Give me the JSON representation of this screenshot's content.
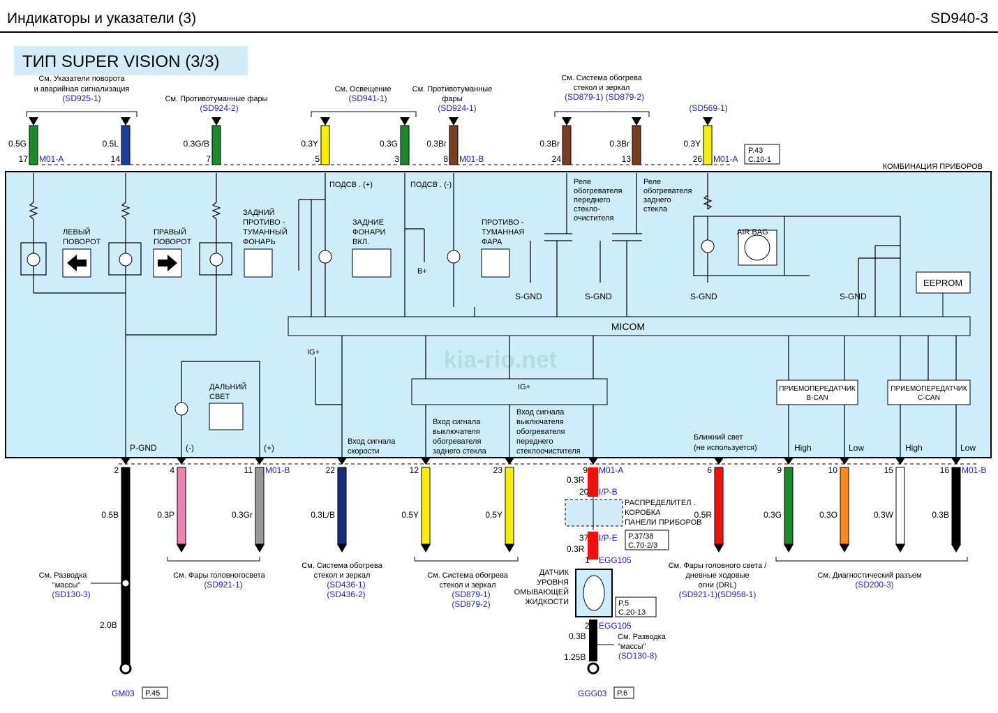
{
  "header": {
    "title": "Индикаторы  и указатели (3)",
    "code": "SD940-3"
  },
  "type_label": "ТИП SUPER VISION (3/3)",
  "watermark": "kia-rio.net",
  "cluster_label": "КОМБИНАЦИЯ   ПРИБОРОВ",
  "micom_label": "MICOM",
  "eeprom_label": "EEPROM",
  "colors": {
    "box_fill": "#cdeef8",
    "ref_blue": "#2020cc",
    "accent_box": "#d2edf8"
  },
  "top_refs": [
    {
      "lines": [
        "См. Указатели  поворота",
        "и аварийная сигнализация"
      ],
      "ref": "(SD925-1)"
    },
    {
      "lines": [
        "См. Противотуманные фары"
      ],
      "ref": "(SD924-2)"
    },
    {
      "lines": [
        "См. Освещение"
      ],
      "ref": "(SD941-1)"
    },
    {
      "lines": [
        "См. Противотуманные",
        "фары"
      ],
      "ref": "(SD924-1)"
    },
    {
      "lines": [
        "См. Система  обогрева",
        "стекол и зеркал"
      ],
      "ref": "(SD879-1) (SD879-2)"
    },
    {
      "lines": [],
      "ref": "(SD569-1)"
    }
  ],
  "top_pins": [
    {
      "pin": "17",
      "wire": "0.5G",
      "color": "#1a8a2a",
      "conn": "M01-A"
    },
    {
      "pin": "14",
      "wire": "0.5L",
      "color": "#1a3fa0",
      "conn": ""
    },
    {
      "pin": "7",
      "wire": "0.3G/B",
      "color": "#1a8a2a",
      "conn": ""
    },
    {
      "pin": "5",
      "wire": "0.3Y",
      "color": "#f5f000",
      "conn": ""
    },
    {
      "pin": "3",
      "wire": "0.3G",
      "color": "#1a8a2a",
      "conn": ""
    },
    {
      "pin": "8",
      "wire": "0.3Br",
      "color": "#7a3e22",
      "conn": "M01-B"
    },
    {
      "pin": "24",
      "wire": "0.3Br",
      "color": "#7a3e22",
      "conn": ""
    },
    {
      "pin": "13",
      "wire": "0.3Br",
      "color": "#7a3e22",
      "conn": ""
    },
    {
      "pin": "26",
      "wire": "0.3Y",
      "color": "#f5f000",
      "conn": "M01-A"
    }
  ],
  "top_note": [
    "P.43",
    "C.10-1"
  ],
  "inner_labels": {
    "left_turn": [
      "ЛЕВЫЙ",
      "ПОВОРОТ"
    ],
    "right_turn": [
      "ПРАВЫЙ",
      "ПОВОРОТ"
    ],
    "rear_fog": [
      "ЗАДНИЙ",
      "ПРОТИВО -",
      "ТУМАННЫЙ",
      "ФОНАРЬ"
    ],
    "illum_plus": "ПОДСВ . (+)",
    "illum_minus": "ПОДСВ . (-)",
    "rear_lamps": [
      "ЗАДНИЕ",
      "ФОНАРИ",
      "ВКЛ."
    ],
    "b_plus": "B+",
    "front_fog": [
      "ПРОТИВО -",
      "ТУМАННАЯ",
      "ФАРА"
    ],
    "front_relay": [
      "Реле",
      "обогревателя",
      "переднего",
      "стекло-",
      "очистителя"
    ],
    "rear_relay": [
      "Реле",
      "обогревателя",
      "заднего",
      "стекла"
    ],
    "sgnd": "S-GND",
    "airbag": "AIR BAG",
    "high_beam": [
      "ДАЛЬНИЙ",
      "СВЕТ"
    ],
    "ig_plus": "IG+",
    "speed_input": [
      "Вход сигнала",
      "скорости"
    ],
    "rear_switch_input": [
      "Вход сигнала",
      "выключателя",
      "обогревателя",
      "заднего стекла"
    ],
    "front_switch_input": [
      "Вход сигнала",
      "выключателя",
      "обогревателя",
      "переднего",
      "стеклоочистителя"
    ],
    "low_beam": [
      "Ближний свет",
      "(не используется)"
    ],
    "bcan": [
      "ПРИЕМОПЕРЕДАТЧИК",
      "B-CAN"
    ],
    "ccan": [
      "ПРИЕМОПЕРЕДАТЧИК",
      "C-CAN"
    ],
    "high": "High",
    "low": "Low",
    "pgnd": "P-GND",
    "minus": "(-)",
    "plus": "(+)"
  },
  "bottom_pins": [
    {
      "pin": "2",
      "wire": "0.5B",
      "color": "#000000",
      "conn": ""
    },
    {
      "pin": "4",
      "wire": "0.3P",
      "color": "#f080b0",
      "conn": ""
    },
    {
      "pin": "11",
      "wire": "0.3Gr",
      "color": "#999999",
      "conn": "M01-B"
    },
    {
      "pin": "22",
      "wire": "0.3L/B",
      "color": "#1a2a80",
      "conn": ""
    },
    {
      "pin": "12",
      "wire": "0.5Y",
      "color": "#f5f000",
      "conn": ""
    },
    {
      "pin": "23",
      "wire": "0.5Y",
      "color": "#f5f000",
      "conn": ""
    },
    {
      "pin": "9",
      "wire": "0.3R",
      "color": "#ee1111",
      "conn": "M01-A"
    },
    {
      "pin": "6",
      "wire": "0.5R",
      "color": "#ee1111",
      "conn": ""
    },
    {
      "pin": "9",
      "wire": "0.3G",
      "color": "#1a8a2a",
      "conn": ""
    },
    {
      "pin": "10",
      "wire": "0.3O",
      "color": "#ff8c1a",
      "conn": ""
    },
    {
      "pin": "15",
      "wire": "0.3W",
      "color": "#ffffff",
      "conn": ""
    },
    {
      "pin": "16",
      "wire": "0.3B",
      "color": "#000000",
      "conn": "M01-B"
    }
  ],
  "bottom_refs": {
    "ground_ref": {
      "lines": [
        "См. Разводка",
        "\"массы\""
      ],
      "ref": "(SD130-3)"
    },
    "ground_wire": "2.0B",
    "ground_name": "GM03",
    "ground_page": "P.45",
    "headlights": {
      "lines": [
        "См. Фары головногосвета"
      ],
      "ref": "(SD921-1)"
    },
    "heat1": {
      "lines": [
        "См. Система  обогрева",
        "стекол и зеркал"
      ],
      "refs": [
        "(SD436-1)",
        "(SD436-2)"
      ]
    },
    "heat2": {
      "lines": [
        "См. Система  обогрева",
        "стекол и зеркал"
      ],
      "refs": [
        "(SD879-1)",
        "(SD879-2)"
      ]
    },
    "drl": {
      "lines": [
        "См. Фары головного света /",
        "дневные ходовые",
        "огни (DRL)"
      ],
      "ref": "(SD921-1)(SD958-1)"
    },
    "diag": {
      "lines": [
        "См. Диагностический разъем"
      ],
      "ref": "(SD200-3)"
    }
  },
  "center_chain": {
    "pin20": "20",
    "conn_ipb": "I/P-B",
    "junction": [
      "РАСПРЕДЕЛИТЕЛ .",
      "КОРОБКА",
      "ПАНЕЛИ ПРИБОРОВ"
    ],
    "pin37": "37",
    "conn_ipe": "I/P-E",
    "wire2": "0.3R",
    "note1": [
      "P.37/38",
      "C.70-2/3"
    ],
    "pin1": "1",
    "conn_egg": "EGG105",
    "sensor": [
      "ДАТЧИК",
      "УРОВНЯ",
      "ОМЫВАЮЩЕЙ",
      "ЖИДКОСТИ"
    ],
    "note2": [
      "P.5",
      "C.20-13"
    ],
    "pin2": "2",
    "wire3": "0.3B",
    "wire4": "1.25B",
    "ground_ref": {
      "lines": [
        "См. Разводка",
        "\"массы\""
      ],
      "ref": "(SD130-8)"
    },
    "ground_name": "GGG03",
    "ground_page": "P.6"
  }
}
